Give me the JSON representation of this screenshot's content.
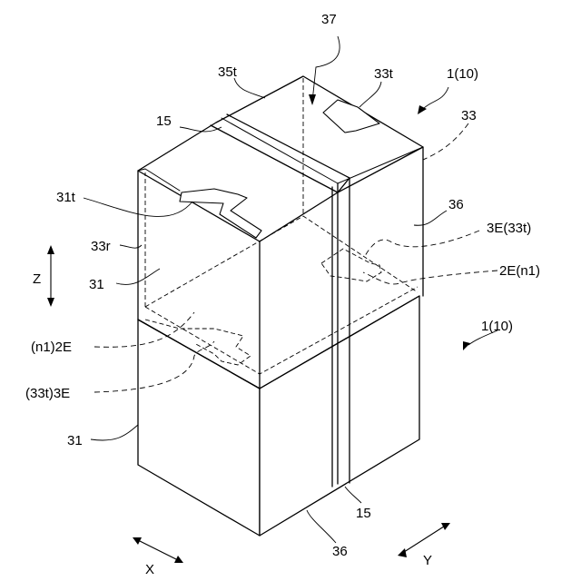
{
  "labels": {
    "l37": "37",
    "l35t": "35t",
    "l33t": "33t",
    "l1_top": "1(10)",
    "l33": "33",
    "l15_top": "15",
    "l31t": "31t",
    "l36_right": "36",
    "l3E_33t": "3E(33t)",
    "l33r": "33r",
    "l2E_n1": "2E(n1)",
    "l31_upper": "31",
    "l1_mid": "1(10)",
    "ln1_2E": "(n1)2E",
    "l33t_3E": "(33t)3E",
    "l31_lower": "31",
    "l15_bottom": "15",
    "l36_bottom": "36"
  },
  "axes": {
    "z": "Z",
    "x": "X",
    "y": "Y"
  }
}
